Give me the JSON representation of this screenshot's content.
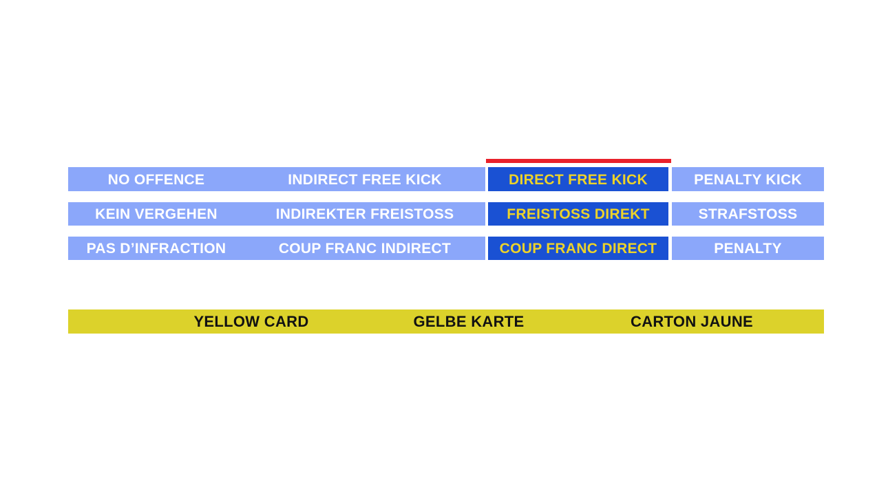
{
  "table": {
    "rows": [
      {
        "cells": [
          "NO OFFENCE",
          "INDIRECT FREE KICK",
          "DIRECT FREE KICK",
          "PENALTY KICK"
        ]
      },
      {
        "cells": [
          "KEIN VERGEHEN",
          "INDIREKTER FREISTOSS",
          "FREISTOSS DIREKT",
          "STRAFSTOSS"
        ]
      },
      {
        "cells": [
          "PAS D’INFRACTION",
          "COUP FRANC INDIRECT",
          "COUP FRANC DIRECT",
          "PENALTY"
        ]
      }
    ],
    "selected_option": "DIRECT FREE KICK"
  },
  "yellow_bar": {
    "labels": [
      "YELLOW CARD",
      "GELBE KARTE",
      "CARTON JAUNE"
    ]
  },
  "colors": {
    "option_bar": "#8ba7fa",
    "selected_option_bar": "#1a51d3",
    "selected_indicator": "#e8212b",
    "yellow_card_bar": "#dcd22b",
    "selected_option_text": "#edd329",
    "option_text": "#ffffff",
    "yellow_bar_text": "#121212"
  }
}
